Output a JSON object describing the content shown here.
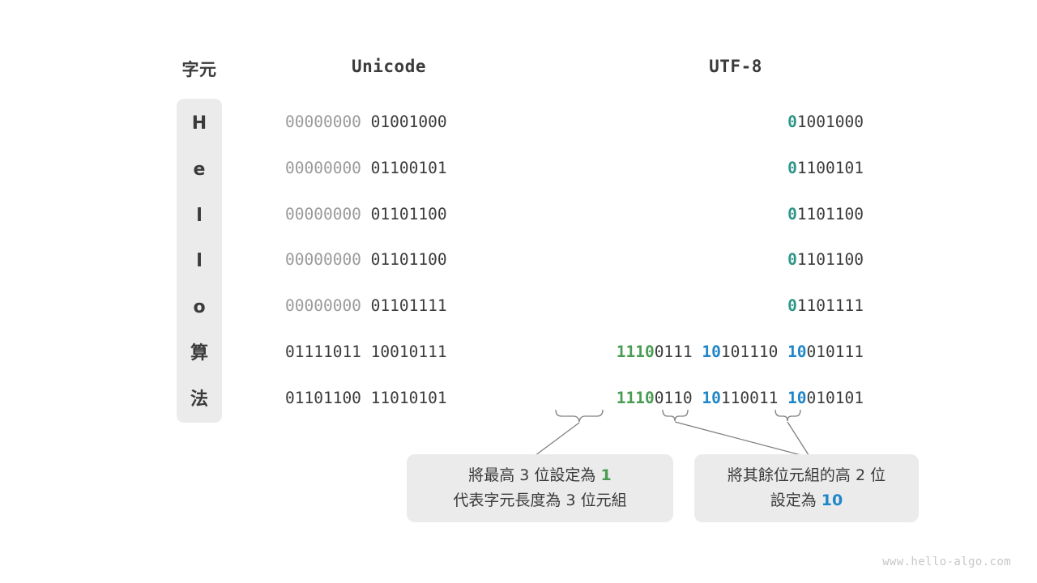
{
  "headers": {
    "char": "字元",
    "unicode": "Unicode",
    "utf8": "UTF-8"
  },
  "rows": [
    {
      "char": "H",
      "unicode": {
        "pad": "00000000 ",
        "body": "01001000"
      },
      "utf8_segments": [
        {
          "text": "0",
          "color": "teal"
        },
        {
          "text": "1001000",
          "color": "dark"
        }
      ]
    },
    {
      "char": "e",
      "unicode": {
        "pad": "00000000 ",
        "body": "01100101"
      },
      "utf8_segments": [
        {
          "text": "0",
          "color": "teal"
        },
        {
          "text": "1100101",
          "color": "dark"
        }
      ]
    },
    {
      "char": "l",
      "unicode": {
        "pad": "00000000 ",
        "body": "01101100"
      },
      "utf8_segments": [
        {
          "text": "0",
          "color": "teal"
        },
        {
          "text": "1101100",
          "color": "dark"
        }
      ]
    },
    {
      "char": "l",
      "unicode": {
        "pad": "00000000 ",
        "body": "01101100"
      },
      "utf8_segments": [
        {
          "text": "0",
          "color": "teal"
        },
        {
          "text": "1101100",
          "color": "dark"
        }
      ]
    },
    {
      "char": "o",
      "unicode": {
        "pad": "00000000 ",
        "body": "01101111"
      },
      "utf8_segments": [
        {
          "text": "0",
          "color": "teal"
        },
        {
          "text": "1101111",
          "color": "dark"
        }
      ]
    },
    {
      "char": "算",
      "unicode": {
        "pad": "",
        "body": "01111011 10010111"
      },
      "utf8_segments": [
        {
          "text": "1110",
          "color": "green"
        },
        {
          "text": "0111 ",
          "color": "dark"
        },
        {
          "text": "10",
          "color": "blue"
        },
        {
          "text": "101110 ",
          "color": "dark"
        },
        {
          "text": "10",
          "color": "blue"
        },
        {
          "text": "010111",
          "color": "dark"
        }
      ]
    },
    {
      "char": "法",
      "unicode": {
        "pad": "",
        "body": "01101100 11010101"
      },
      "utf8_segments": [
        {
          "text": "1110",
          "color": "green"
        },
        {
          "text": "0110 ",
          "color": "dark"
        },
        {
          "text": "10",
          "color": "blue"
        },
        {
          "text": "110011 ",
          "color": "dark"
        },
        {
          "text": "10",
          "color": "blue"
        },
        {
          "text": "010101",
          "color": "dark"
        }
      ]
    }
  ],
  "callouts": {
    "left": {
      "line1_prefix": "將最高 3 位設定為 ",
      "line1_highlight": "1",
      "line2": "代表字元長度為 3 位元組"
    },
    "right": {
      "line1": "將其餘位元組的高 2 位",
      "line2_prefix": "設定為 ",
      "line2_highlight": "10"
    }
  },
  "watermark": "www.hello-algo.com",
  "colors": {
    "green": "#4a9c52",
    "blue": "#1f86c8",
    "teal": "#2e9688",
    "panel": "#ebebeb",
    "text": "#3b3b3b",
    "pad": "#9a9a9a"
  }
}
